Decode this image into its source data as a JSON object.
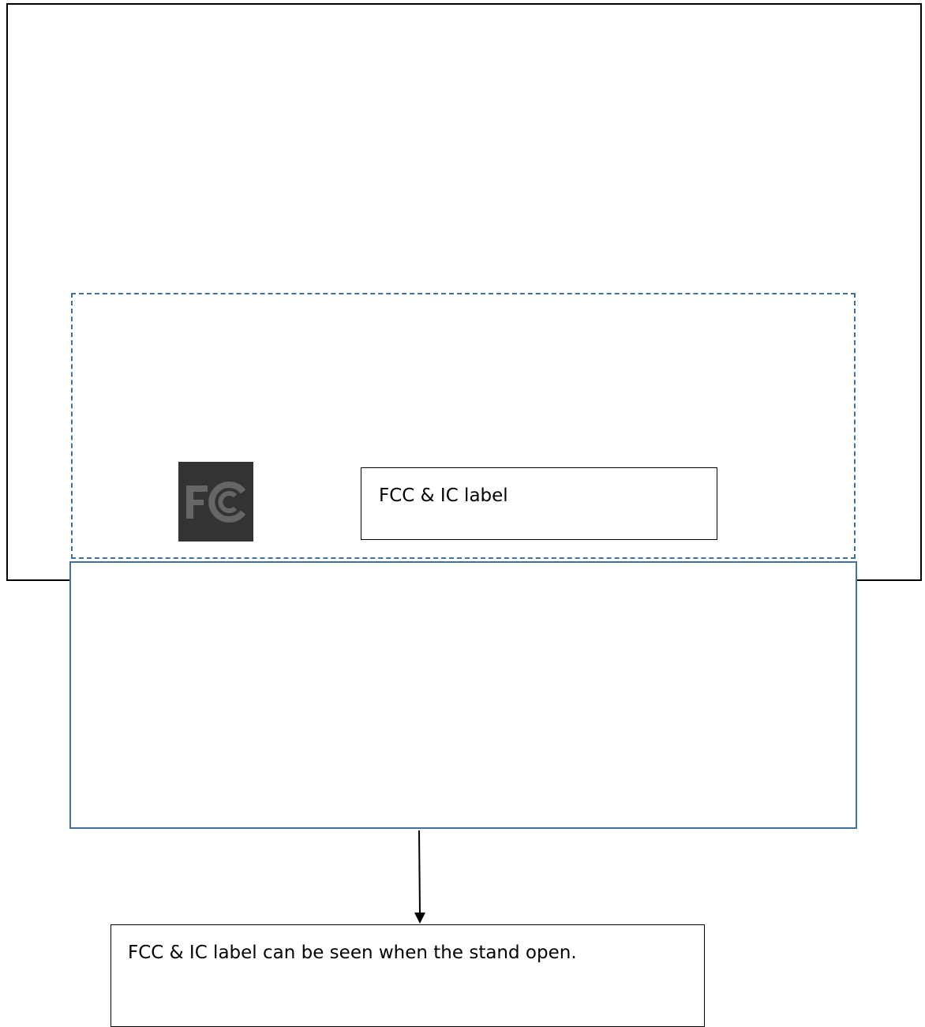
{
  "diagram": {
    "fcc_logo": {
      "text": "FC",
      "icon": "fcc-logo-icon",
      "background_color": "#333333",
      "glyph_color": "#666666"
    },
    "label_box": {
      "text": "FCC & IC label"
    },
    "note_box": {
      "text": "FCC & IC label can be seen when the stand open."
    },
    "colors": {
      "device_outline": "#000000",
      "stand_outline": "#41719c",
      "label_zone_outline": "#41719c"
    }
  }
}
